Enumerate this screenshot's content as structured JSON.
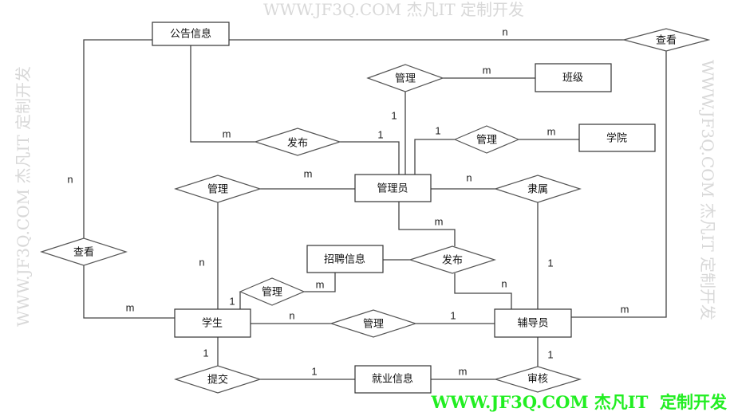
{
  "watermark": {
    "text": "WWW.JF3Q.COM 杰凡IT 定制开发",
    "footer": "WWW.JF3Q.COM 杰凡IT  定制开发"
  },
  "entities": {
    "notice": "公告信息",
    "class": "班级",
    "college": "学院",
    "admin": "管理员",
    "recruit": "招聘信息",
    "student": "学生",
    "counselor": "辅导员",
    "employment": "就业信息"
  },
  "relationships": {
    "view_top": "查看",
    "manage_class": "管理",
    "publish_notice": "发布",
    "manage_college": "管理",
    "manage_left": "管理",
    "belong": "隶属",
    "view_left": "查看",
    "publish_recruit": "发布",
    "manage_recruit": "管理",
    "manage_mid": "管理",
    "submit": "提交",
    "review": "审核"
  },
  "cardinalities": [
    "n",
    "m",
    "1",
    "1",
    "m",
    "m",
    "1",
    "m",
    "n",
    "n",
    "m",
    "n",
    "1",
    "n",
    "1",
    "m",
    "m",
    "n",
    "1",
    "m",
    "1",
    "1",
    "1",
    "m"
  ]
}
